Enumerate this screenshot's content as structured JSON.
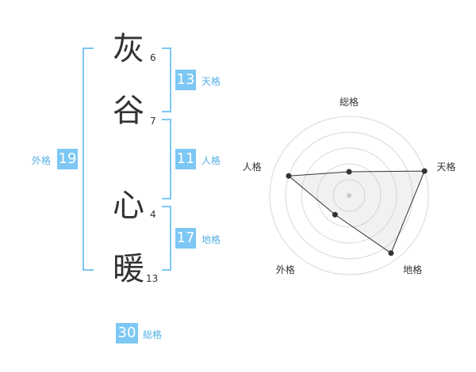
{
  "name": {
    "chars": [
      {
        "char": "灰",
        "strokes": "6"
      },
      {
        "char": "谷",
        "strokes": "7"
      },
      {
        "char": "心",
        "strokes": "4"
      },
      {
        "char": "暖",
        "strokes": "13"
      }
    ]
  },
  "fortune": {
    "tenkaku": {
      "value": "13",
      "label": "天格"
    },
    "jinkaku": {
      "value": "11",
      "label": "人格"
    },
    "chikaku": {
      "value": "17",
      "label": "地格"
    },
    "gaikaku": {
      "value": "19",
      "label": "外格"
    },
    "soukaku": {
      "value": "30",
      "label": "総格"
    }
  },
  "chart_data": {
    "type": "radar",
    "axes": [
      "総格",
      "天格",
      "地格",
      "外格",
      "人格"
    ],
    "values": [
      0.3,
      1.0,
      0.9,
      0.3,
      0.8
    ],
    "rings": 5
  }
}
